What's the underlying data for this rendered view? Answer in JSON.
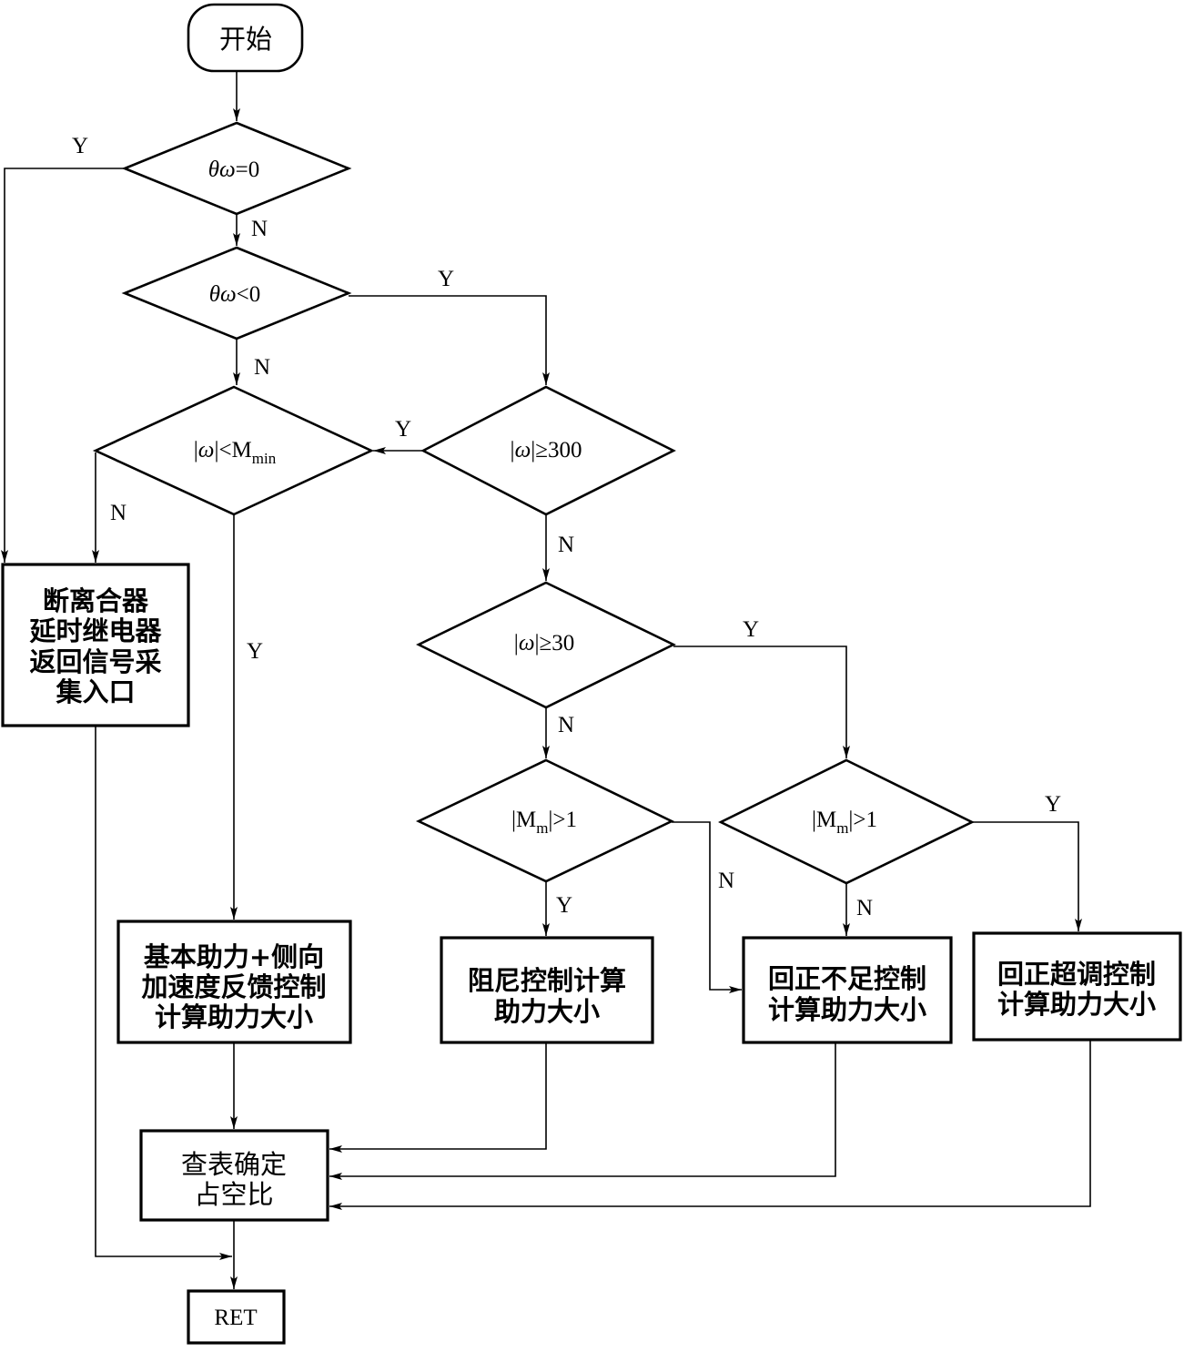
{
  "nodes": {
    "start": "开始",
    "d1": {
      "var": "θω",
      "rest": "=0"
    },
    "d2": {
      "var": "θω",
      "rest": "<0"
    },
    "d3": {
      "open": "|",
      "var": "ω",
      "rest": "|<M",
      "sub": "min"
    },
    "d4": {
      "open": "|",
      "var": "ω",
      "rest": "|≥300"
    },
    "d5": {
      "open": "|",
      "var": "ω",
      "rest": "|≥30"
    },
    "d6": {
      "open": "|M",
      "sub": "m",
      "rest": "|>1"
    },
    "d7": {
      "open": "|M",
      "sub": "m",
      "rest": "|>1"
    },
    "clutch_box": [
      "断离合器",
      "延时继电器",
      "返回信号采",
      "集入口"
    ],
    "assist_box": [
      "基本助力+侧向",
      "加速度反馈控制",
      "计算助力大小"
    ],
    "damping_box": [
      "阻尼控制计算",
      "助力大小"
    ],
    "under_return_box": [
      "回正不足控制",
      "计算助力大小"
    ],
    "over_return_box": [
      "回正超调控制",
      "计算助力大小"
    ],
    "lookup_box": [
      "查表确定",
      "占空比"
    ],
    "ret": "RET"
  },
  "edge_labels": {
    "d1_yes": "Y",
    "d1_no": "N",
    "d2_yes": "Y",
    "d2_no": "N",
    "d3_no": "N",
    "d3_yes": "Y",
    "d4_yes": "Y",
    "d4_no": "N",
    "d5_yes": "Y",
    "d5_no": "N",
    "d6_yes": "Y",
    "d6_no": "N",
    "d7_yes": "Y",
    "d7_no": "N"
  }
}
